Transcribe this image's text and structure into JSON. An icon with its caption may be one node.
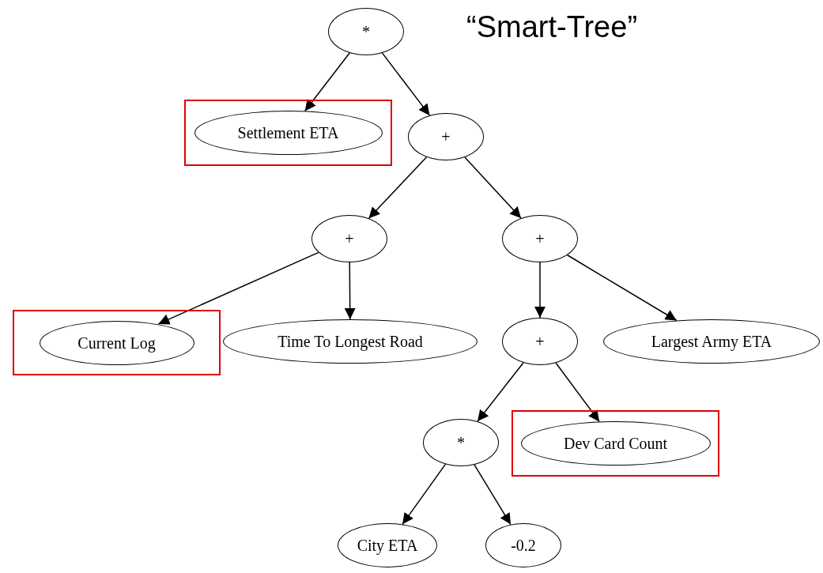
{
  "diagram": {
    "title": "“Smart-Tree”",
    "nodes": [
      {
        "text": [
          "*"
        ]
      },
      {
        "text": [],
        "shape": "box"
      },
      {
        "text": [
          "Settlement ETA"
        ],
        "in": 1
      },
      {
        "text": [
          "+"
        ]
      },
      {
        "text": [
          "+"
        ]
      },
      {
        "text": [
          "+"
        ]
      },
      {
        "text": [],
        "shape": "box"
      },
      {
        "text": [
          "Current Log"
        ],
        "in": 6
      },
      {
        "text": [
          "Time To Longest Road"
        ]
      },
      {
        "text": [
          "+"
        ]
      },
      {
        "text": [
          "Largest Army ETA"
        ]
      },
      {
        "text": [
          "*"
        ]
      },
      {
        "text": [],
        "shape": "box"
      },
      {
        "text": [
          "Dev Card Count"
        ],
        "in": 12
      },
      {
        "text": [
          "City ETA"
        ]
      },
      {
        "text": [
          "-0.2"
        ]
      }
    ],
    "edges": [
      {
        "from": 0,
        "to": 2,
        "arrow": "to"
      },
      {
        "from": 0,
        "to": 3,
        "arrow": "to"
      },
      {
        "from": 3,
        "to": 4,
        "arrow": "to"
      },
      {
        "from": 3,
        "to": 5,
        "arrow": "to"
      },
      {
        "from": 4,
        "to": 7,
        "arrow": "to"
      },
      {
        "from": 4,
        "to": 8,
        "arrow": "to"
      },
      {
        "from": 5,
        "to": 9,
        "arrow": "to"
      },
      {
        "from": 5,
        "to": 10,
        "arrow": "to"
      },
      {
        "from": 9,
        "to": 11,
        "arrow": "to"
      },
      {
        "from": 9,
        "to": 13,
        "arrow": "to"
      },
      {
        "from": 11,
        "to": 14,
        "arrow": "to"
      },
      {
        "from": 11,
        "to": 15,
        "arrow": "to"
      }
    ]
  }
}
